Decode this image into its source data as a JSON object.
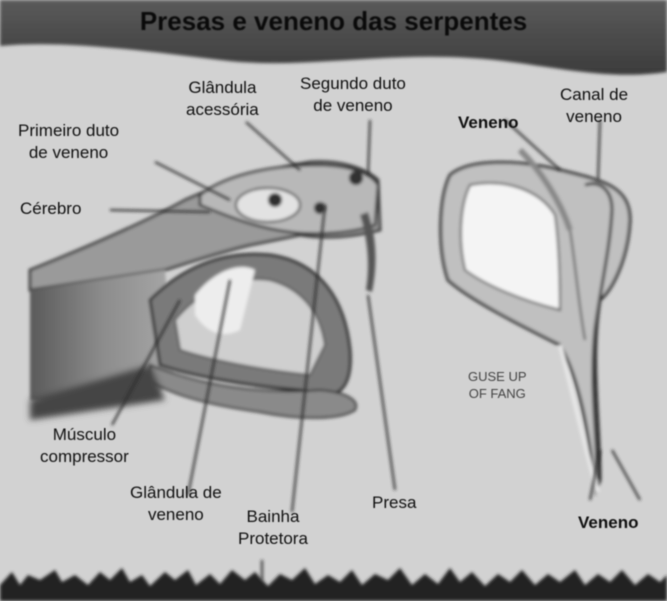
{
  "title": "Presas e veneno das serpentes",
  "labels": {
    "glandula_acessoria": [
      "Glândula",
      "acessória"
    ],
    "segundo_duto": [
      "Segundo duto",
      "de veneno"
    ],
    "primeiro_duto": [
      "Primeiro duto",
      "de veneno"
    ],
    "cerebro": "Cérebro",
    "veneno_top": "Veneno",
    "canal_veneno": [
      "Canal de",
      "veneno"
    ],
    "musculo": [
      "Músculo",
      "compressor"
    ],
    "glandula_veneno": [
      "Glândula de",
      "veneno"
    ],
    "bainha": [
      "Bainha",
      "Protetora"
    ],
    "presa": "Presa",
    "veneno_bottom": "Veneno",
    "fang_caption": [
      "GUSE UP",
      "OF FANG"
    ]
  },
  "colors": {
    "background": "#d2d2d2",
    "banner": "#4a4a4a",
    "text": "#111111"
  }
}
